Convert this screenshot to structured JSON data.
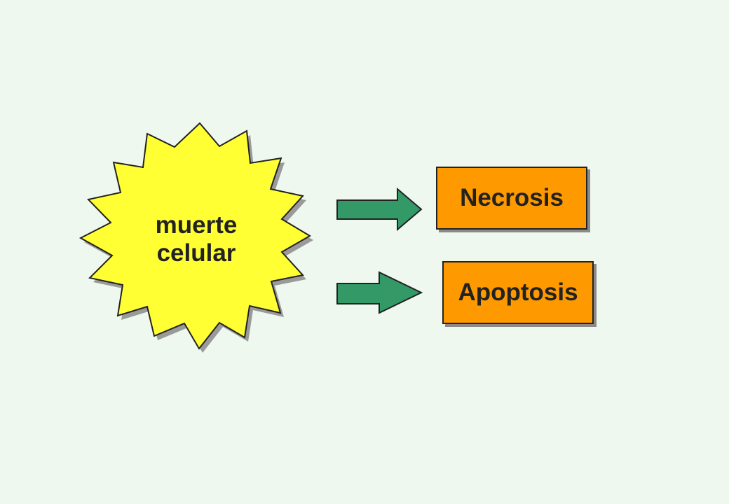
{
  "slide": {
    "background": "#EEF8EE"
  },
  "burst": {
    "line1": "muerte",
    "line2": "celular",
    "fill": "#FFFF33",
    "stroke": "#222222",
    "shadow": "#9A9A9A"
  },
  "boxes": {
    "necrosis": {
      "label": "Necrosis",
      "fill": "#FF9900"
    },
    "apoptosis": {
      "label": "Apoptosis",
      "fill": "#FF9900"
    }
  },
  "arrows": {
    "fill": "#339966",
    "stroke": "#222222"
  }
}
